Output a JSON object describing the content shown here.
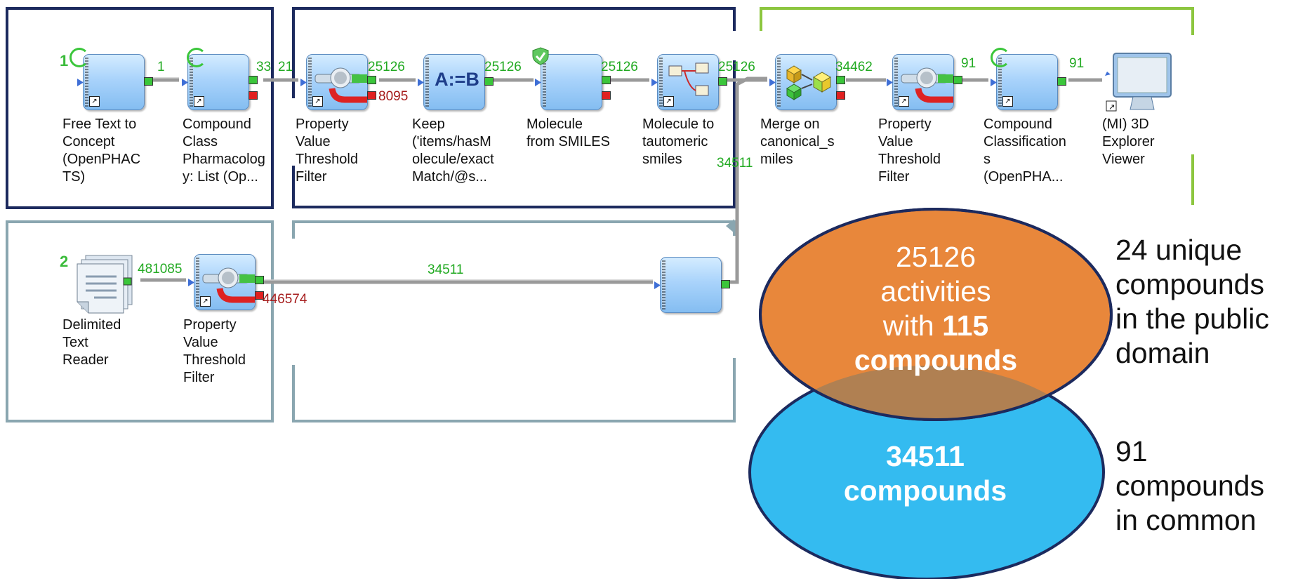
{
  "nodes": [
    {
      "id": "n1",
      "label": "Free Text to\nConcept\n(OpenPHAC\nTS)",
      "icon": "refresh-icon"
    },
    {
      "id": "n2",
      "label": "Compound\nClass\nPharmacolog\ny: List (Op...",
      "icon": "refresh-icon"
    },
    {
      "id": "n3",
      "label": "Property\nValue\nThreshold\nFilter",
      "icon": "threshold-filter-icon"
    },
    {
      "id": "n4",
      "label": "Keep\n('items/hasM\nolecule/exact\nMatch/@s...",
      "icon": "assign-icon",
      "icon_text": "A:=B"
    },
    {
      "id": "n5",
      "label": "Molecule\nfrom SMILES",
      "icon": "checkmark-icon"
    },
    {
      "id": "n6",
      "label": "Molecule to\ntautomeric\nsmiles",
      "icon": "subflow-icon"
    },
    {
      "id": "n7",
      "label": "Merge on\ncanonical_s\nmiles",
      "icon": "merge-cubes-icon"
    },
    {
      "id": "n8",
      "label": "Property\nValue\nThreshold\nFilter",
      "icon": "threshold-filter-icon"
    },
    {
      "id": "n9",
      "label": "Compound\nClassification\ns\n(OpenPHA...",
      "icon": "refresh-icon"
    },
    {
      "id": "n10",
      "label": "(MI) 3D\nExplorer\nViewer",
      "icon": "monitor-icon"
    },
    {
      "id": "n11",
      "label": "Delimited\nText\nReader",
      "icon": "text-file-icon"
    },
    {
      "id": "n12",
      "label": "Property\nValue\nThreshold\nFilter",
      "icon": "threshold-filter-icon"
    },
    {
      "id": "n13",
      "label": "",
      "icon": ""
    }
  ],
  "counts": {
    "c1": "1",
    "c2": "33",
    "c3": "21",
    "c4": "25126",
    "c5": "8095",
    "c6": "25126",
    "c7": "25126",
    "c8": "25126",
    "c9": "34511",
    "c10": "34462",
    "c11": "91",
    "c12": "91",
    "c13": "481085",
    "c14": "446574",
    "c15": "34511"
  },
  "badges": {
    "b1": "1",
    "b2": "2"
  },
  "venn": {
    "top": {
      "line1": "25126",
      "line2": "activities",
      "line3_pre": "with ",
      "line3_bold": "115",
      "line4_bold": "compounds",
      "color": "#e8873b"
    },
    "bottom": {
      "line1": "34511",
      "line2": "compounds",
      "color": "#34bbf0"
    },
    "overlap_color": "#b08052"
  },
  "annotations": {
    "unique": "24 unique\ncompounds\nin the public\ndomain",
    "common": "91\ncompounds\nin common"
  },
  "colors": {
    "navy": "#1c2a5e",
    "teal": "#8aa6b0",
    "green": "#8cc63f",
    "link": "#9a9a9a"
  }
}
